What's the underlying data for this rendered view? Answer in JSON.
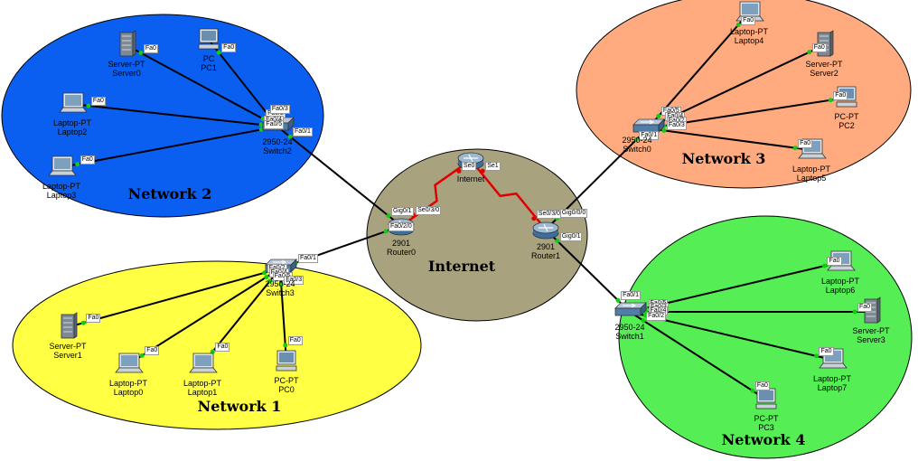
{
  "colors": {
    "net1": "#ffff44",
    "net2": "#0b5ff0",
    "net3": "#ffab7f",
    "net4": "#55ee55",
    "internet": "#a8a27e",
    "cable": "#000000",
    "serial": "#e00000",
    "port_up": "#11cc11"
  },
  "networks": [
    {
      "id": "net1",
      "title": "Network 1"
    },
    {
      "id": "net2",
      "title": "Network 2"
    },
    {
      "id": "net3",
      "title": "Network 3"
    },
    {
      "id": "net4",
      "title": "Network 4"
    },
    {
      "id": "internet",
      "title": "Internet"
    }
  ],
  "devices": {
    "server0": {
      "type": "server",
      "icon": "server-icon",
      "lines": [
        "Server-PT",
        "Server0"
      ]
    },
    "pc1": {
      "type": "pc",
      "icon": "pc-icon",
      "lines": [
        "PC",
        "PC1"
      ]
    },
    "laptop2": {
      "type": "laptop",
      "icon": "laptop-icon",
      "lines": [
        "Laptop-PT",
        "Laptop2"
      ]
    },
    "laptop3": {
      "type": "laptop",
      "icon": "laptop-icon",
      "lines": [
        "Laptop-PT",
        "Laptop3"
      ]
    },
    "switch2": {
      "type": "switch",
      "icon": "switch-icon",
      "lines": [
        "2950-24",
        "Switch2"
      ]
    },
    "router0": {
      "type": "router",
      "icon": "router-icon",
      "lines": [
        "2901",
        "Router0"
      ]
    },
    "internet": {
      "type": "cloud-router",
      "icon": "router-icon",
      "lines": [
        "Internet"
      ]
    },
    "router1": {
      "type": "router",
      "icon": "router-icon",
      "lines": [
        "2901",
        "Router1"
      ]
    },
    "switch0": {
      "type": "switch",
      "icon": "switch-icon",
      "lines": [
        "2950-24",
        "Switch0"
      ]
    },
    "laptop4": {
      "type": "laptop",
      "icon": "laptop-icon",
      "lines": [
        "Laptop-PT",
        "Laptop4"
      ]
    },
    "server2": {
      "type": "server",
      "icon": "server-icon",
      "lines": [
        "Server-PT",
        "Server2"
      ]
    },
    "pc2": {
      "type": "pc",
      "icon": "pc-icon",
      "lines": [
        "PC-PT",
        "PC2"
      ]
    },
    "laptop5": {
      "type": "laptop",
      "icon": "laptop-icon",
      "lines": [
        "Laptop-PT",
        "Laptop5"
      ]
    },
    "switch3": {
      "type": "switch",
      "icon": "switch-icon",
      "lines": [
        "2950-24",
        "Switch3"
      ]
    },
    "server1": {
      "type": "server",
      "icon": "server-icon",
      "lines": [
        "Server-PT",
        "Server1"
      ]
    },
    "laptop0": {
      "type": "laptop",
      "icon": "laptop-icon",
      "lines": [
        "Laptop-PT",
        "Laptop0"
      ]
    },
    "laptop1": {
      "type": "laptop",
      "icon": "laptop-icon",
      "lines": [
        "Laptop-PT",
        "Laptop1"
      ]
    },
    "pc0": {
      "type": "pc",
      "icon": "pc-icon",
      "lines": [
        "PC-PT",
        "PC0"
      ]
    },
    "switch1": {
      "type": "switch",
      "icon": "switch-icon",
      "lines": [
        "2950-24",
        "Switch1"
      ]
    },
    "laptop6": {
      "type": "laptop",
      "icon": "laptop-icon",
      "lines": [
        "Laptop-PT",
        "Laptop6"
      ]
    },
    "server3": {
      "type": "server",
      "icon": "server-icon",
      "lines": [
        "Server-PT",
        "Server3"
      ]
    },
    "laptop7": {
      "type": "laptop",
      "icon": "laptop-icon",
      "lines": [
        "Laptop-PT",
        "Laptop7"
      ]
    },
    "pc3": {
      "type": "pc",
      "icon": "pc-icon",
      "lines": [
        "PC-PT",
        "PC3"
      ]
    }
  },
  "links": [
    {
      "a": "server0",
      "b": "switch2",
      "kind": "copper",
      "a_port": "Fa0",
      "b_port": "Fa0/2"
    },
    {
      "a": "pc1",
      "b": "switch2",
      "kind": "copper",
      "a_port": "Fa0",
      "b_port": "Fa0/3"
    },
    {
      "a": "laptop2",
      "b": "switch2",
      "kind": "copper",
      "a_port": "Fa0",
      "b_port": "Fa0/4"
    },
    {
      "a": "laptop3",
      "b": "switch2",
      "kind": "copper",
      "a_port": "Fa0",
      "b_port": "Fa0/5"
    },
    {
      "a": "switch2",
      "b": "router0",
      "kind": "copper",
      "a_port": "Fa0/1",
      "b_port": "Gig0/1"
    },
    {
      "a": "router0",
      "b": "internet",
      "kind": "serial",
      "a_port": "Se0/3/0",
      "b_port": "Se0"
    },
    {
      "a": "internet",
      "b": "router1",
      "kind": "serial",
      "a_port": "Se1",
      "b_port": "Se0/3/0"
    },
    {
      "a": "router0",
      "b": "switch3",
      "kind": "copper",
      "a_port": "Fa0/2/0",
      "b_port": "Fa0/1"
    },
    {
      "a": "router1",
      "b": "switch0",
      "kind": "copper",
      "a_port": "Gig0/0/0",
      "b_port": "Fa0/1"
    },
    {
      "a": "router1",
      "b": "switch1",
      "kind": "copper",
      "a_port": "Gig0/1",
      "b_port": "Fa0/1"
    },
    {
      "a": "laptop4",
      "b": "switch0",
      "kind": "copper",
      "a_port": "Fa0",
      "b_port": "Fa0/5"
    },
    {
      "a": "server2",
      "b": "switch0",
      "kind": "copper",
      "a_port": "Fa0",
      "b_port": "Fa0/4"
    },
    {
      "a": "pc2",
      "b": "switch0",
      "kind": "copper",
      "a_port": "Fa0",
      "b_port": "Fa0/2"
    },
    {
      "a": "laptop5",
      "b": "switch0",
      "kind": "copper",
      "a_port": "Fa0",
      "b_port": "Fa0/3"
    },
    {
      "a": "server1",
      "b": "switch3",
      "kind": "copper",
      "a_port": "Fa0",
      "b_port": "Fa0/2"
    },
    {
      "a": "laptop0",
      "b": "switch3",
      "kind": "copper",
      "a_port": "Fa0",
      "b_port": "Fa0/4"
    },
    {
      "a": "laptop1",
      "b": "switch3",
      "kind": "copper",
      "a_port": "Fa0",
      "b_port": "Fa0/5"
    },
    {
      "a": "pc0",
      "b": "switch3",
      "kind": "copper",
      "a_port": "Fa0",
      "b_port": "Fa0/3"
    },
    {
      "a": "laptop6",
      "b": "switch1",
      "kind": "copper",
      "a_port": "Fa0",
      "b_port": "Fa0/5"
    },
    {
      "a": "server3",
      "b": "switch1",
      "kind": "copper",
      "a_port": "Fa0",
      "b_port": "Fa0/3"
    },
    {
      "a": "laptop7",
      "b": "switch1",
      "kind": "copper",
      "a_port": "Fa0",
      "b_port": "Fa0/4"
    },
    {
      "a": "pc3",
      "b": "switch1",
      "kind": "copper",
      "a_port": "Fa0",
      "b_port": "Fa0/2"
    }
  ]
}
